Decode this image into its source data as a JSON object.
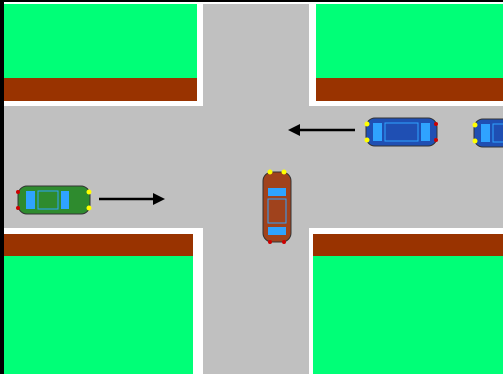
{
  "scene": {
    "type": "intersection",
    "colors": {
      "grass": "#00ff77",
      "curb": "#993300",
      "road": "#c0c0c0",
      "lane_edge": "#ffffff",
      "frame": "#000000",
      "arrow": "#000000",
      "headlight": "#ffff00",
      "taillight": "#cc0000",
      "window": "#2fa3ff"
    },
    "vehicles": [
      {
        "name": "green-car",
        "color": "#2e8b2e",
        "heading": "east"
      },
      {
        "name": "red-car",
        "color": "#a0421c",
        "heading": "north"
      },
      {
        "name": "blue-car",
        "color": "#1f4fb3",
        "heading": "west"
      },
      {
        "name": "blue-car-partial",
        "color": "#1f4fb3",
        "heading": "west"
      }
    ],
    "arrows": [
      {
        "name": "arrow-east",
        "direction": "east"
      },
      {
        "name": "arrow-west",
        "direction": "west"
      }
    ]
  }
}
